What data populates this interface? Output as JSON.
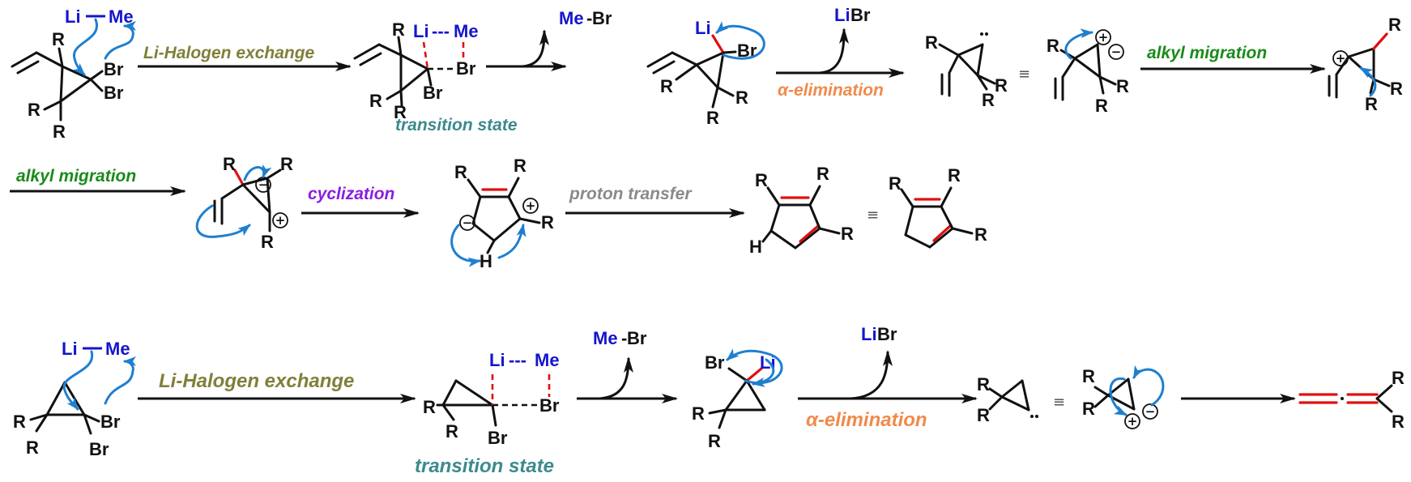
{
  "colors": {
    "lime_label": "#7f7f3a",
    "teal_label": "#3c8a8e",
    "orange_label": "#f08a4b",
    "green_label": "#1a8a1a",
    "purple_label": "#8a1ee0",
    "gray_label": "#8a8a8a",
    "curly_arrow": "#1f7fcf",
    "bond_highlight": "#e01010",
    "reagent_blue": "#1515cc"
  },
  "labels": {
    "li_halogen_exchange": "Li-Halogen exchange",
    "transition_state": "transition state",
    "alpha_elimination": "α-elimination",
    "alkyl_migration": "alkyl migration",
    "cyclization": "cyclization",
    "proton_transfer": "proton transfer"
  },
  "atoms": {
    "r": "R",
    "br": "Br",
    "li": "Li",
    "me": "Me",
    "h": "H",
    "li_me_dashes": "---",
    "me_br_me": "Me",
    "me_br_dash": "-",
    "me_br_br": "Br",
    "libr_li": "Li",
    "libr_br": "Br"
  },
  "symbols": {
    "plus": "+",
    "minus": "−",
    "equiv": "≡"
  },
  "icons": {
    "curly_arrow": "curved-electron-arrow-icon",
    "reaction_arrow": "reaction-arrow-icon",
    "charge": "charge-circle-icon"
  }
}
